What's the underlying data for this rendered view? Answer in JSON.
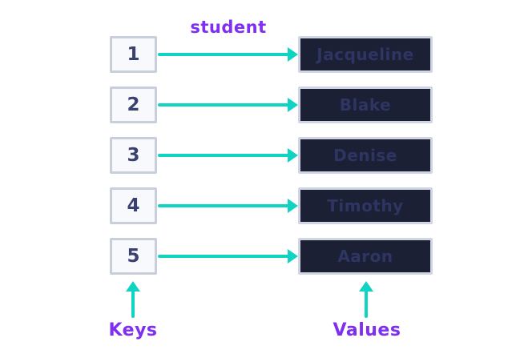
{
  "diagram": {
    "map_label": "student",
    "keys_label": "Keys",
    "values_label": "Values",
    "rows": [
      {
        "key": "1",
        "value": "Jacqueline"
      },
      {
        "key": "2",
        "value": "Blake"
      },
      {
        "key": "3",
        "value": "Denise"
      },
      {
        "key": "4",
        "value": "Timothy"
      },
      {
        "key": "5",
        "value": "Aaron"
      }
    ],
    "colors": {
      "arrow": "#0fd4c4",
      "label": "#7e2ff0",
      "key_text": "#3a4170",
      "value_text": "#2e3563",
      "key_box_bg": "#f8f9fc",
      "key_box_border": "#c9cfda",
      "value_box_bg": "#1b2035",
      "value_box_border": "#cfd5e3"
    }
  }
}
